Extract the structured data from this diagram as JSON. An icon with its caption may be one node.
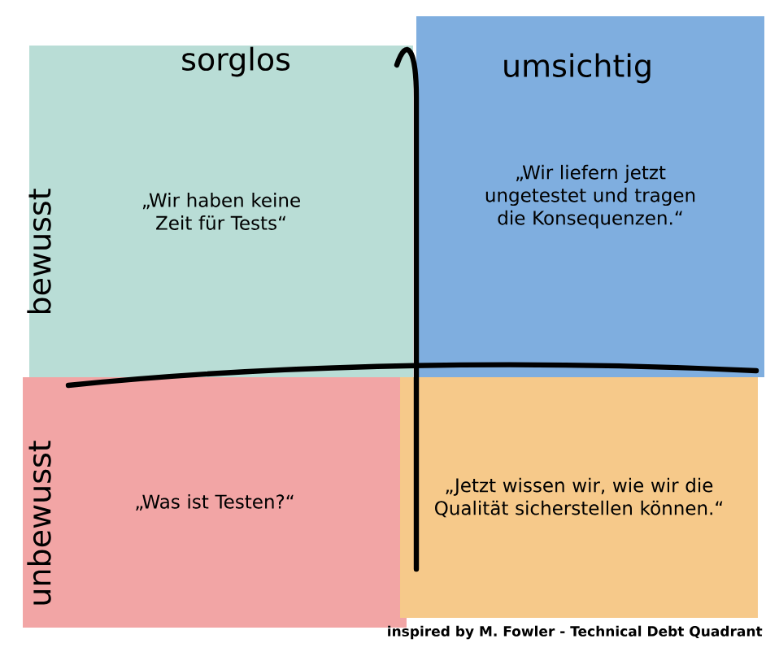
{
  "diagram": {
    "caption": "inspired by M. Fowler - Technical Debt Quadrant",
    "nodes": [
      {
        "text": [
          "„Wir haben keine Zeit für Tests“"
        ]
      },
      {
        "text": [
          "„Wir liefern jetzt ungetestet und tragen die Konsequenzen.“"
        ]
      },
      {
        "text": [
          "„Was ist Testen?“"
        ]
      },
      {
        "text": [
          "„Jetzt wissen wir, wie wir die Qualität sicherstellen können.“"
        ]
      }
    ],
    "edges": [],
    "labels": [
      "sorglos",
      "umsichtig",
      "bewusst",
      "unbewusst"
    ]
  }
}
